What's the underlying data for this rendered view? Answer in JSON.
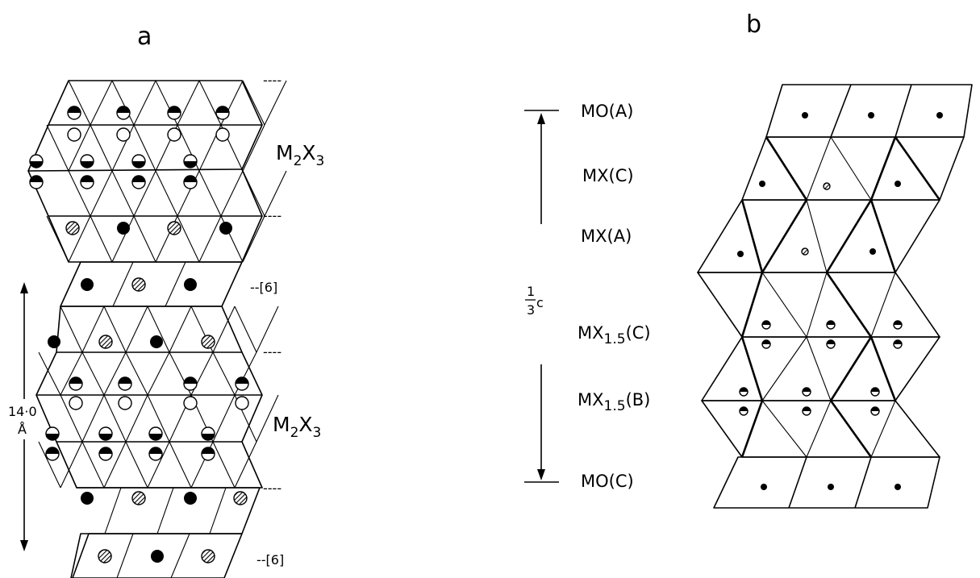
{
  "figure": {
    "panel_a": {
      "label": "a",
      "formula_upper": {
        "main": "M",
        "sub1": "2",
        "mid": "X",
        "sub2": "3"
      },
      "formula_lower": {
        "main": "M",
        "sub1": "2",
        "mid": "X",
        "sub2": "3"
      },
      "marker_6_upper": "--[6]",
      "marker_6_lower": "--[6]",
      "separator_marks": [
        "----",
        "----",
        "----",
        "----"
      ],
      "dimension": {
        "value": "14·0",
        "unit": "Å"
      }
    },
    "panel_b": {
      "label": "b",
      "period": {
        "num": "1",
        "den": "3",
        "axis": "c"
      },
      "layers": [
        {
          "main": "MO",
          "sub": "",
          "tail": "(A)"
        },
        {
          "main": "MX",
          "sub": "",
          "tail": "(C)"
        },
        {
          "main": "MX",
          "sub": "",
          "tail": "(A)"
        },
        {
          "main": "MX",
          "sub": "1.5",
          "tail": "(C)"
        },
        {
          "main": "MX",
          "sub": "1.5",
          "tail": "(B)"
        },
        {
          "main": "MO",
          "sub": "",
          "tail": "(C)"
        }
      ]
    },
    "atom_styles": {
      "black": "#000000",
      "hatched": "#000000 diagonal hatch",
      "half": "half-filled circle"
    }
  }
}
